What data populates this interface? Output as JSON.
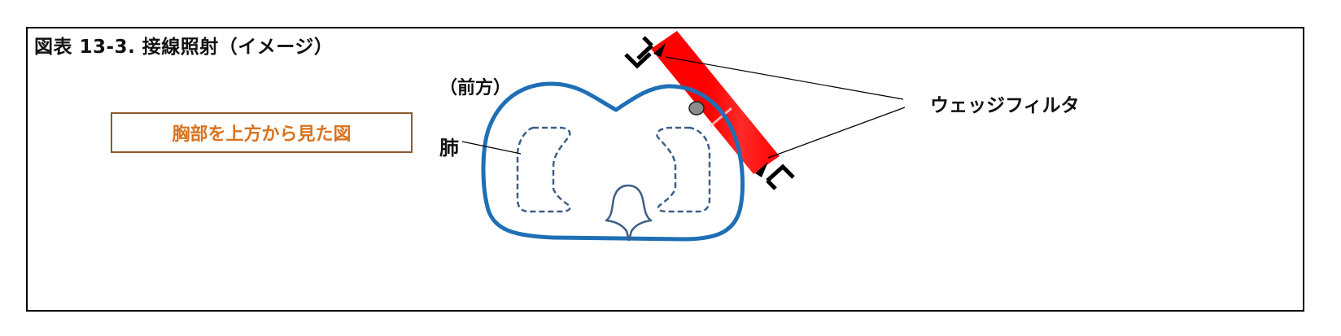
{
  "figure": {
    "title": "図表 13-3.  接線照射（イメージ）",
    "subtitle": "胸部を上方から見た図",
    "labels": {
      "anterior": "（前方）",
      "lung": "肺",
      "wedge_filter": "ウェッジフィルタ"
    },
    "colors": {
      "body_outline": "#1f6fb5",
      "lung_outline": "#3f5f86",
      "beam": "#ff0000",
      "subtitle_text": "#d9731f",
      "subtitle_border": "#8b5a2b",
      "frame": "#000000",
      "target_marker": "#8c8c8c"
    },
    "elements": [
      {
        "name": "body-cross-section",
        "shape": "closed-outline"
      },
      {
        "name": "left-lung",
        "shape": "dashed-outline"
      },
      {
        "name": "right-lung",
        "shape": "dashed-outline"
      },
      {
        "name": "spine",
        "shape": "outline"
      },
      {
        "name": "tangential-beam",
        "shape": "red-band"
      },
      {
        "name": "wedge-filter-top",
        "shape": "bracket"
      },
      {
        "name": "wedge-filter-bottom",
        "shape": "bracket"
      },
      {
        "name": "target-marker",
        "shape": "gray-ellipse"
      }
    ]
  }
}
